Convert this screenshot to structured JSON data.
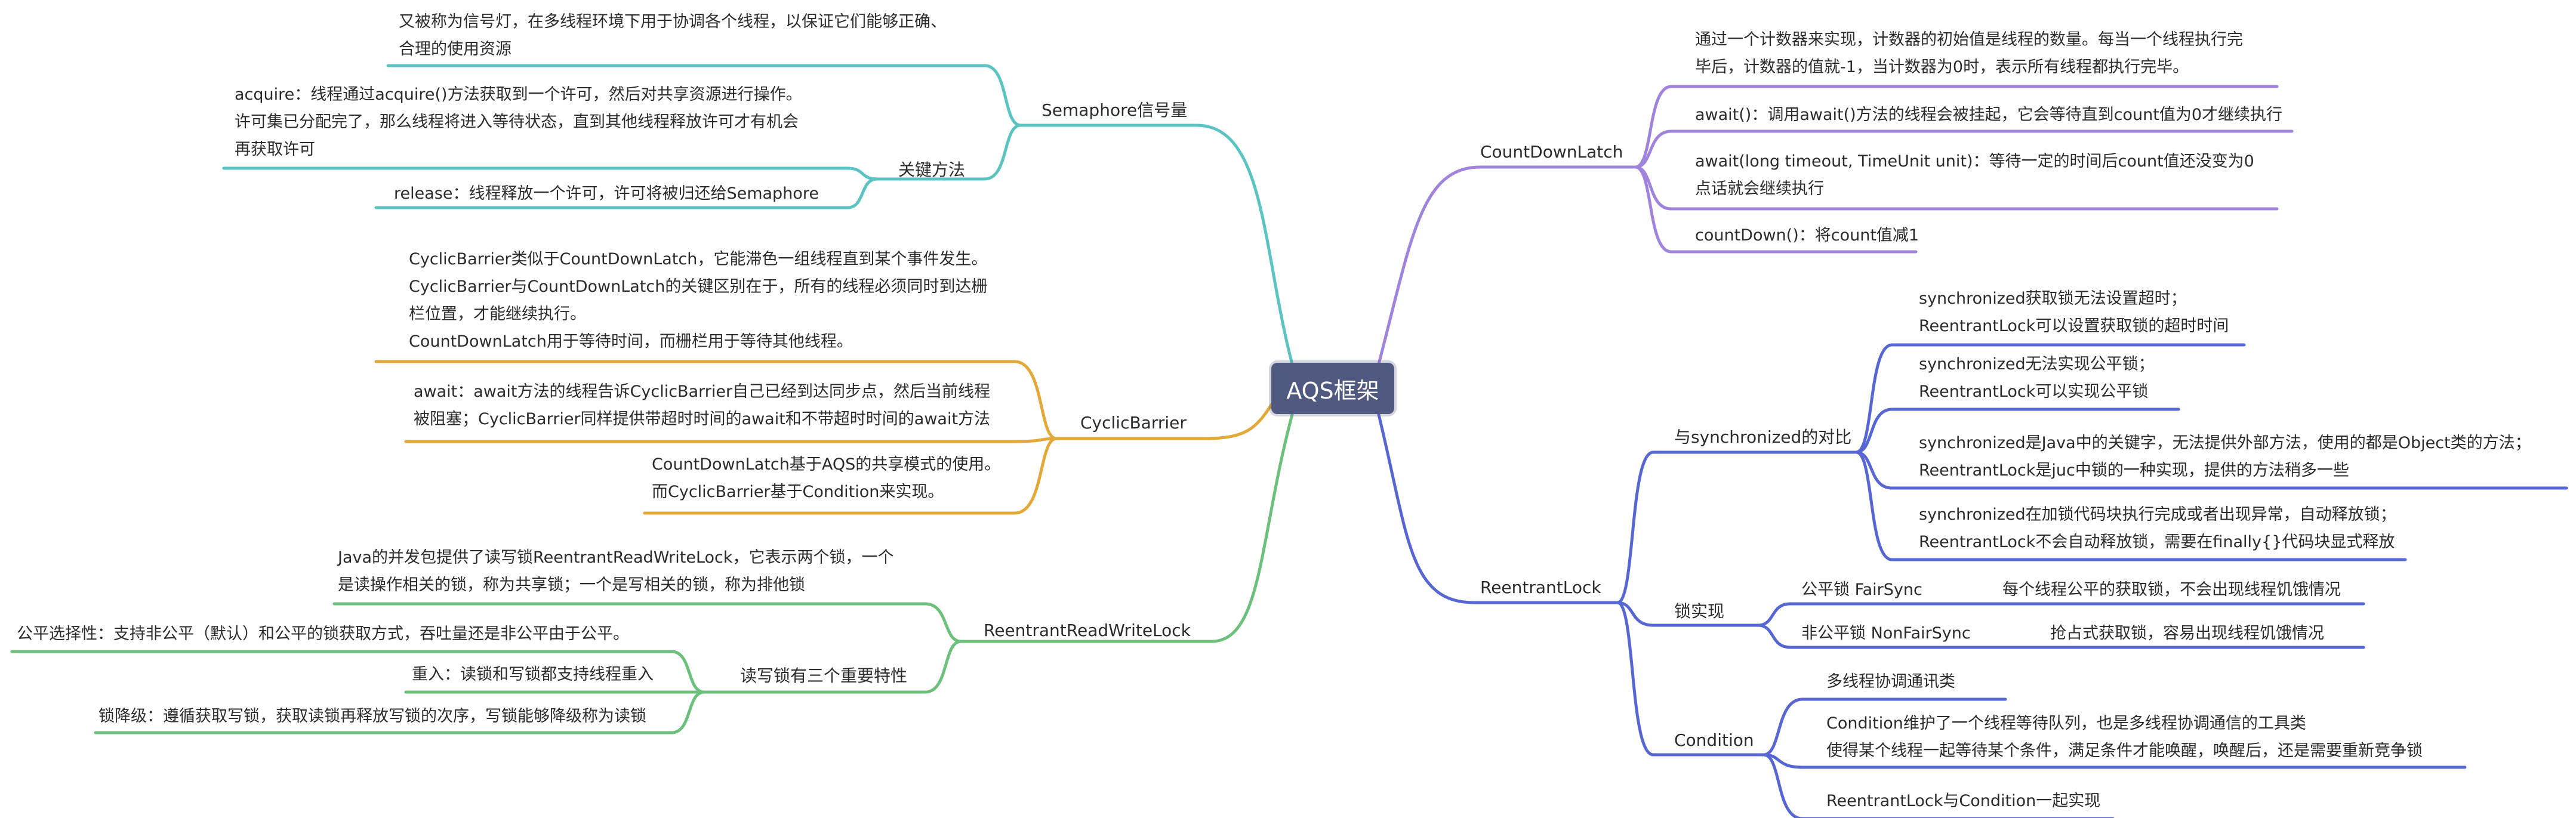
{
  "root": "AQS框架",
  "colors": {
    "teal": "#5cc3c3",
    "orange": "#e2a838",
    "green": "#6cc07c",
    "purple": "#a083dc",
    "blue": "#5667d3",
    "root": "#505a80"
  },
  "semaphore": {
    "title": "Semaphore信号量",
    "desc": [
      "又被称为信号灯，在多线程环境下用于协调各个线程，以保证它们能够正确、",
      "合理的使用资源"
    ],
    "key": "关键方法",
    "acquire": [
      "acquire：线程通过acquire()方法获取到一个许可，然后对共享资源进行操作。",
      "许可集已分配完了，那么线程将进入等待状态，直到其他线程释放许可才有机会",
      "再获取许可"
    ],
    "release": "release：线程释放一个许可，许可将被归还给Semaphore"
  },
  "cyclic": {
    "title": "CyclicBarrier",
    "desc": [
      "CyclicBarrier类似于CountDownLatch，它能滞色一组线程直到某个事件发生。",
      "CyclicBarrier与CountDownLatch的关键区别在于，所有的线程必须同时到达栅",
      "栏位置，才能继续执行。",
      "CountDownLatch用于等待时间，而栅栏用于等待其他线程。"
    ],
    "await": [
      "await：await方法的线程告诉CyclicBarrier自己已经到达同步点，然后当前线程",
      "被阻塞；CyclicBarrier同样提供带超时时间的await和不带超时时间的await方法"
    ],
    "base": [
      "CountDownLatch基于AQS的共享模式的使用。",
      "而CyclicBarrier基于Condition来实现。"
    ]
  },
  "rrwl": {
    "title": "ReentrantReadWriteLock",
    "desc": [
      "Java的并发包提供了读写锁ReentrantReadWriteLock，它表示两个锁，一个",
      "是读操作相关的锁，称为共享锁；一个是写相关的锁，称为排他锁"
    ],
    "features": "读写锁有三个重要特性",
    "f1": "公平选择性：支持非公平（默认）和公平的锁获取方式，吞吐量还是非公平由于公平。",
    "f2": "重入：读锁和写锁都支持线程重入",
    "f3": "锁降级：遵循获取写锁，获取读锁再释放写锁的次序，写锁能够降级称为读锁"
  },
  "cdl": {
    "title": "CountDownLatch",
    "desc": [
      "通过一个计数器来实现，计数器的初始值是线程的数量。每当一个线程执行完",
      "毕后，计数器的值就-1，当计数器为0时，表示所有线程都执行完毕。"
    ],
    "await": "await()：调用await()方法的线程会被挂起，它会等待直到count值为0才继续执行",
    "awaitTimeout": [
      "await(long timeout, TimeUnit unit)：等待一定的时间后count值还没变为0",
      "点话就会继续执行"
    ],
    "countDown": "countDown()：将count值减1"
  },
  "rl": {
    "title": "ReentrantLock",
    "compare": "与synchronized的对比",
    "c1": [
      "synchronized获取锁无法设置超时；",
      "ReentrantLock可以设置获取锁的超时时间"
    ],
    "c2": [
      "synchronized无法实现公平锁；",
      "ReentrantLock可以实现公平锁"
    ],
    "c3": [
      "synchronized是Java中的关键字，无法提供外部方法，使用的都是Object类的方法；",
      "ReentrantLock是juc中锁的一种实现，提供的方法稍多一些"
    ],
    "c4": [
      "synchronized在加锁代码块执行完成或者出现异常，自动释放锁；",
      "ReentrantLock不会自动释放锁，需要在finally{}代码块显式释放"
    ],
    "lockImpl": "锁实现",
    "fair": "公平锁 FairSync",
    "fairDesc": "每个线程公平的获取锁，不会出现线程饥饿情况",
    "nonfair": "非公平锁 NonFairSync",
    "nonfairDesc": "抢占式获取锁，容易出现线程饥饿情况",
    "condition": "Condition",
    "cond1": "多线程协调通讯类",
    "cond2": [
      "Condition维护了一个线程等待队列，也是多线程协调通信的工具类",
      "使得某个线程一起等待某个条件，满足条件才能唤醒，唤醒后，还是需要重新竞争锁"
    ],
    "cond3": "ReentrantLock与Condition一起实现"
  }
}
